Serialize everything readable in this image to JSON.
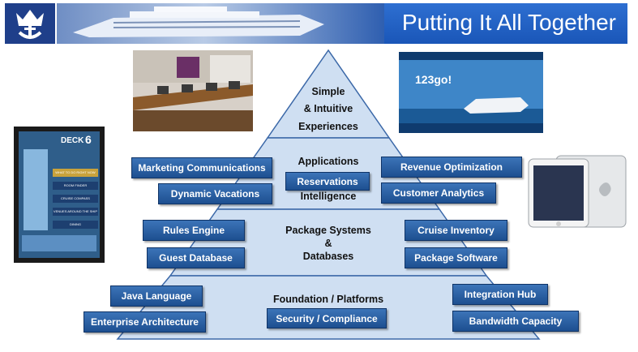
{
  "slide": {
    "title": "Putting It All Together",
    "colors": {
      "title_bar": "#1f5fc4",
      "box": "#2a5fa3",
      "pyramid": "#c9daf0",
      "pyramid_line": "#3b68a8"
    }
  },
  "pyramid": {
    "tier1": {
      "line1": "Simple",
      "line2": "& Intuitive",
      "line3": "Experiences"
    },
    "tier2": {
      "label": "Applications",
      "center_box": "Reservations",
      "sub_label": "Intelligence"
    },
    "tier3": {
      "line1": "Package Systems",
      "line2": "&",
      "line3": "Databases"
    },
    "tier4": {
      "label": "Foundation / Platforms",
      "center_box": "Security / Compliance"
    }
  },
  "boxes": {
    "marketing": "Marketing Communications",
    "dynamic_vacations": "Dynamic Vacations",
    "revenue_optimization": "Revenue Optimization",
    "customer_analytics": "Customer Analytics",
    "rules_engine": "Rules Engine",
    "guest_database": "Guest Database",
    "cruise_inventory": "Cruise Inventory",
    "package_software": "Package Software",
    "java_language": "Java Language",
    "enterprise_architecture": "Enterprise Architecture",
    "integration_hub": "Integration Hub",
    "bandwidth_capacity": "Bandwidth Capacity"
  },
  "kiosk": {
    "deck_label": "DECK",
    "deck_number": "6",
    "menu": [
      "WHAT TO DO RIGHT NOW",
      "ROOM FINDER",
      "CRUISE COMPASS",
      "VENUES AROUND THE SHIP",
      "DINING"
    ]
  },
  "website": {
    "logo_text": "123go!"
  }
}
